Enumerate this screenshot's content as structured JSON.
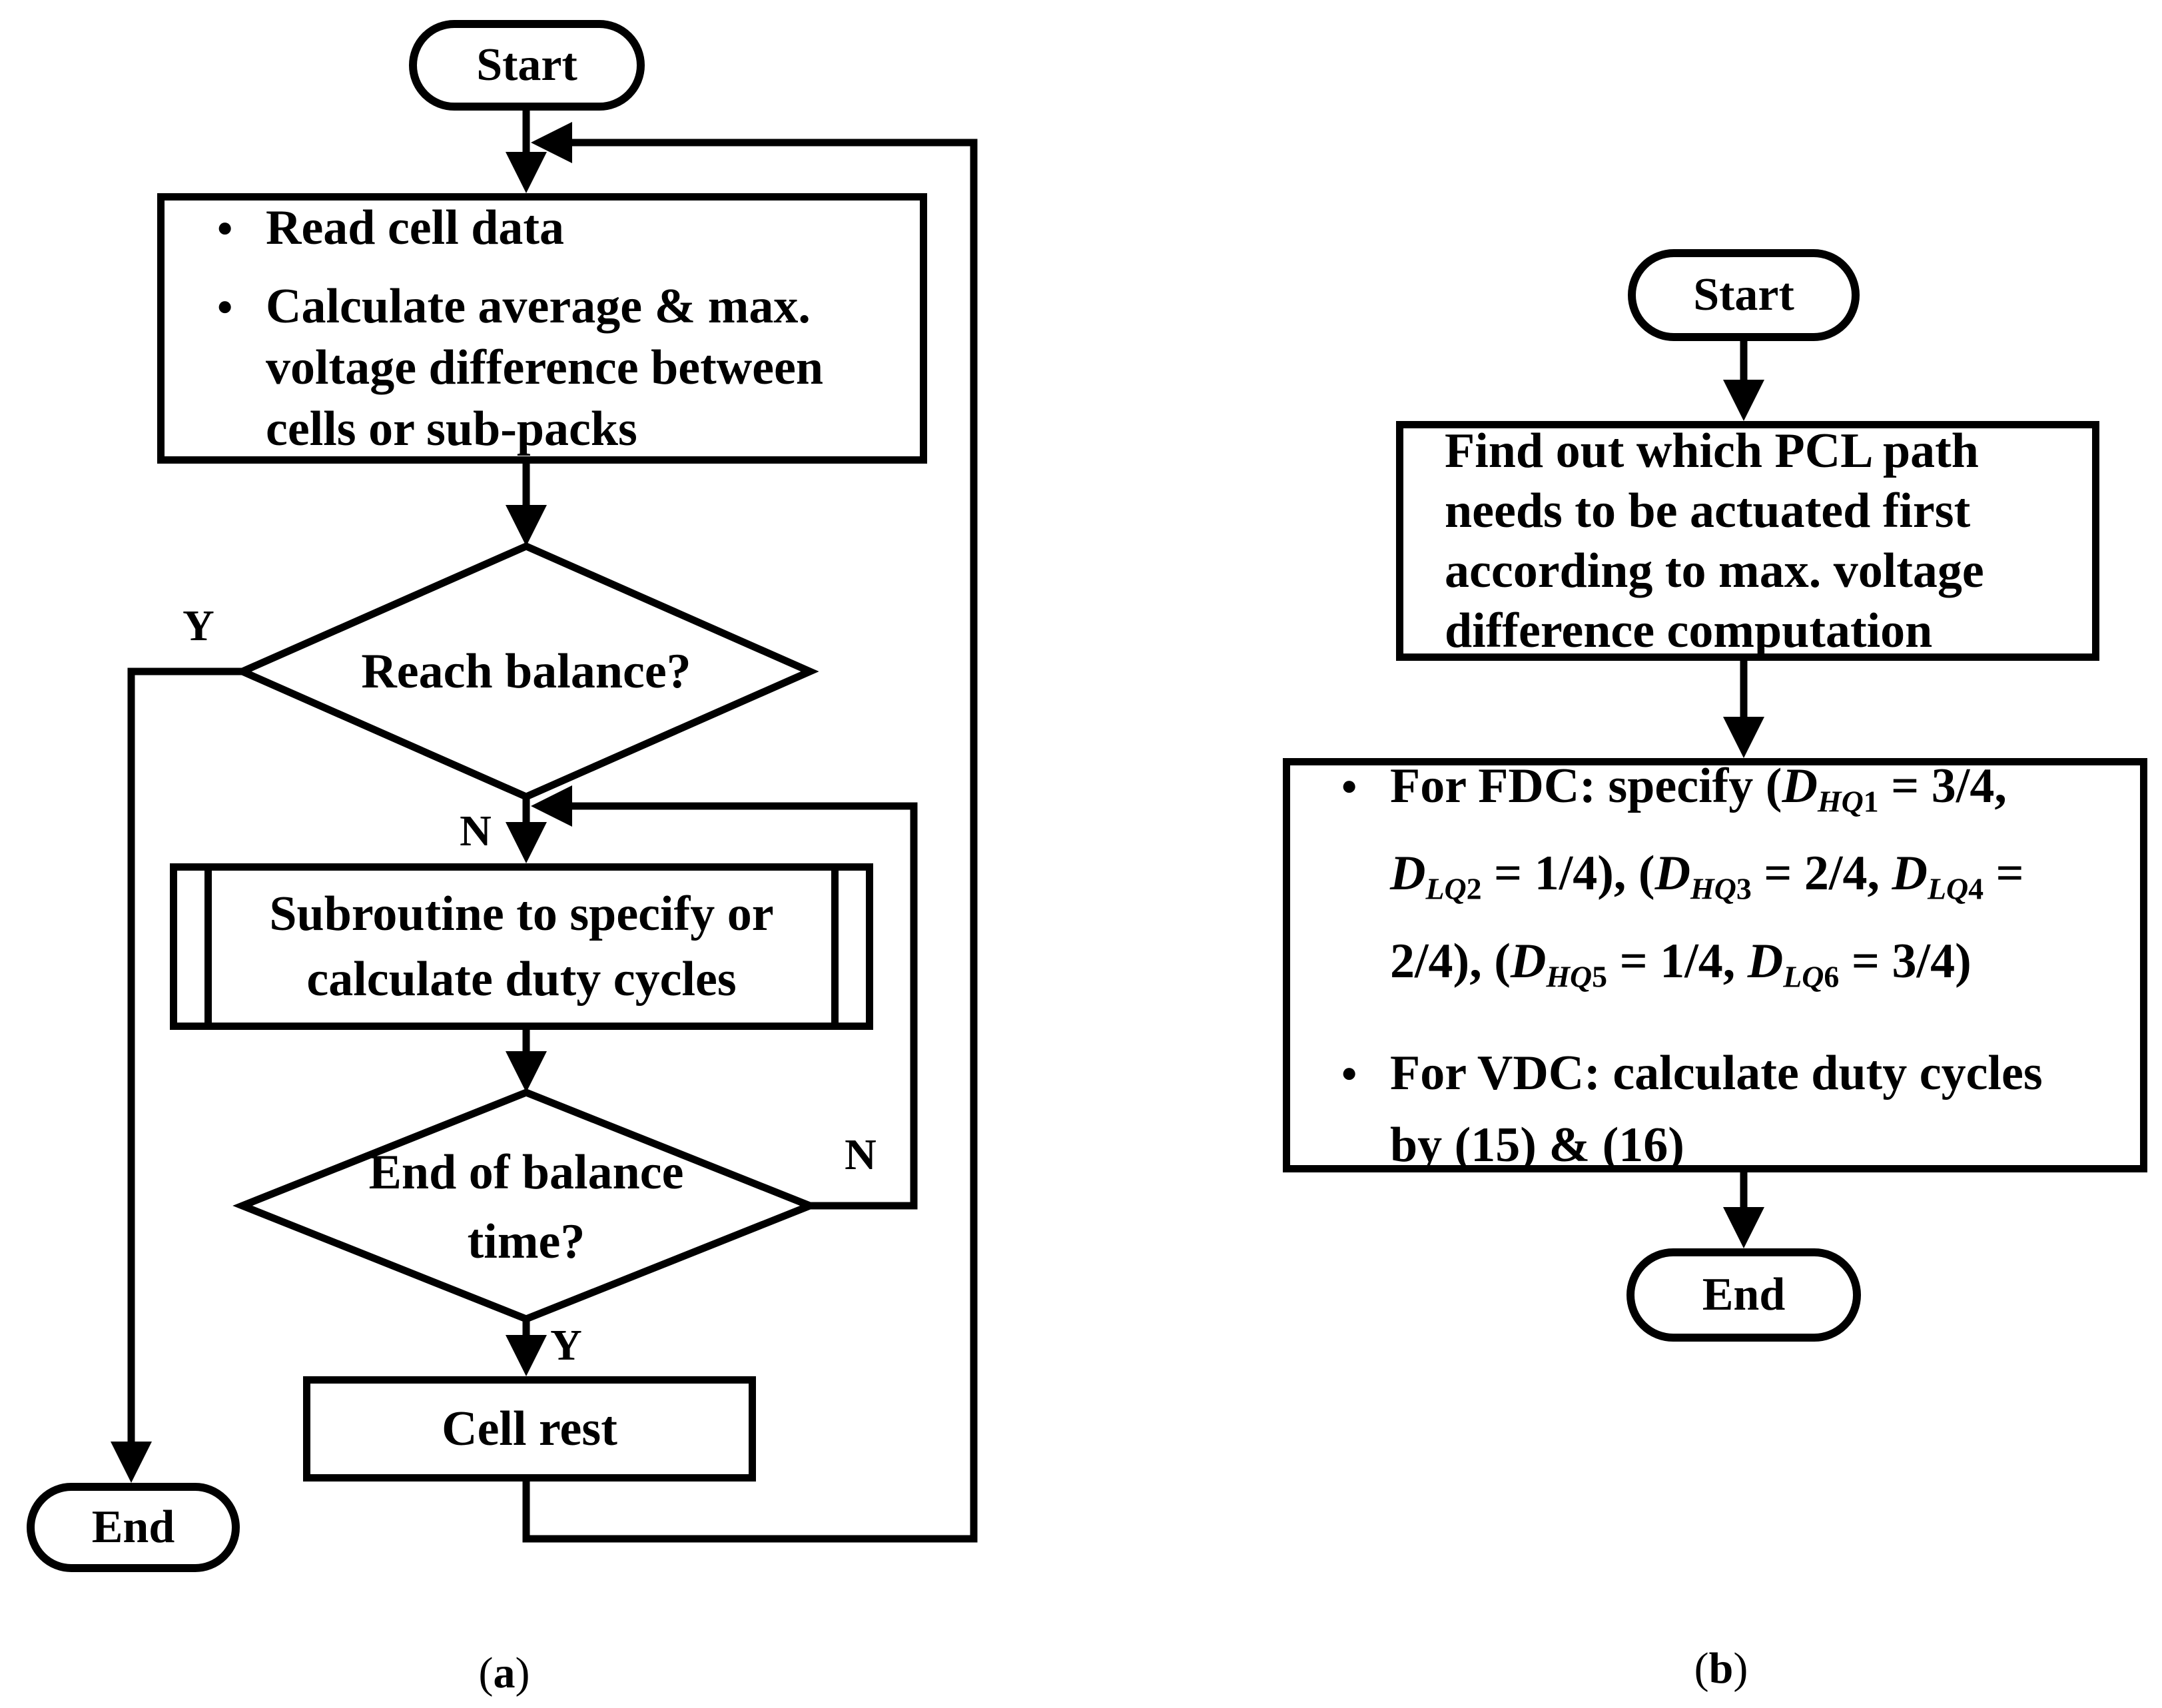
{
  "panel_a": {
    "start_label": "Start",
    "process_box": {
      "bullet": "●",
      "item1": "Read cell data",
      "item2_lines": [
        "Calculate average & max.",
        "voltage difference between",
        "cells or sub-packs"
      ]
    },
    "decision1": "Reach balance?",
    "decision1_yes": "Y",
    "decision1_no": "N",
    "subroutine_lines": [
      "Subroutine to specify or",
      "calculate duty cycles"
    ],
    "decision2_lines": [
      "End of balance",
      "time?"
    ],
    "decision2_no": "N",
    "decision2_yes": "Y",
    "cell_rest": "Cell rest",
    "end_label": "End",
    "caption": {
      "open": "(",
      "letter": "a",
      "close": ")"
    }
  },
  "panel_b": {
    "start_label": "Start",
    "find_box_lines": [
      "Find out which PCL path",
      "needs to be actuated first",
      "according to max. voltage",
      "difference computation"
    ],
    "duty_box": {
      "bullet": "●",
      "fdc_lines": [
        [
          {
            "t": "For FDC: specify (",
            "k": "n"
          },
          {
            "t": "D",
            "k": "i"
          },
          {
            "t": "HQ",
            "k": "si"
          },
          {
            "t": "1",
            "k": "sn"
          },
          {
            "t": " = 3/4,",
            "k": "n"
          }
        ],
        [
          {
            "t": "D",
            "k": "i"
          },
          {
            "t": "LQ",
            "k": "si"
          },
          {
            "t": "2",
            "k": "sn"
          },
          {
            "t": " = 1/4), (",
            "k": "n"
          },
          {
            "t": "D",
            "k": "i"
          },
          {
            "t": "HQ",
            "k": "si"
          },
          {
            "t": "3",
            "k": "sn"
          },
          {
            "t": " = 2/4, ",
            "k": "n"
          },
          {
            "t": "D",
            "k": "i"
          },
          {
            "t": "LQ",
            "k": "si"
          },
          {
            "t": "4",
            "k": "sn"
          },
          {
            "t": " =",
            "k": "n"
          }
        ],
        [
          {
            "t": "2/4), (",
            "k": "n"
          },
          {
            "t": "D",
            "k": "i"
          },
          {
            "t": "HQ",
            "k": "si"
          },
          {
            "t": "5",
            "k": "sn"
          },
          {
            "t": " = 1/4, ",
            "k": "n"
          },
          {
            "t": "D",
            "k": "i"
          },
          {
            "t": "LQ",
            "k": "si"
          },
          {
            "t": "6",
            "k": "sn"
          },
          {
            "t": " = 3/4)",
            "k": "n"
          }
        ]
      ],
      "vdc_lines": [
        "For VDC: calculate duty cycles",
        "by (15) & (16)"
      ]
    },
    "end_label": "End",
    "caption": {
      "open": "(",
      "letter": "b",
      "close": ")"
    }
  },
  "colors": {
    "ink": "#000000",
    "background": "#ffffff"
  }
}
